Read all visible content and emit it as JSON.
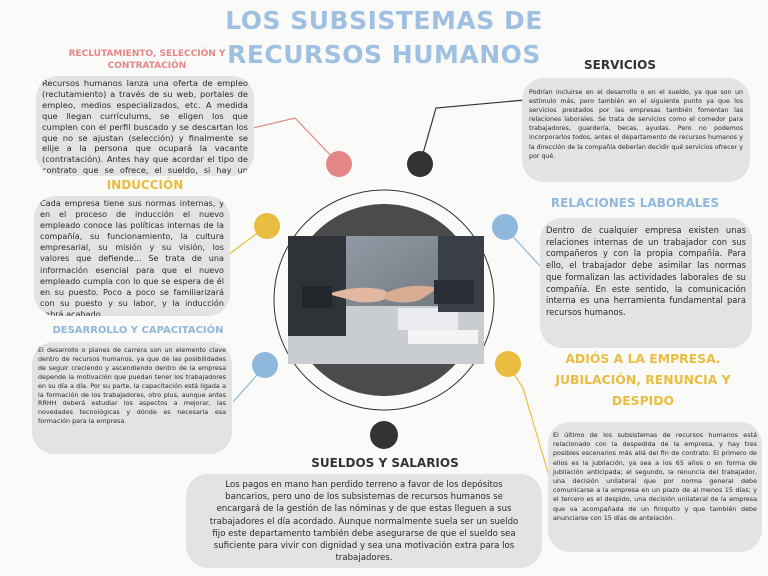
{
  "title_line1": "LOS SUBSISTEMAS DE",
  "title_line2": "RECURSOS HUMANOS",
  "sections": {
    "reclutamiento": {
      "heading_line1": "RECLUTAMIENTO, SELECCIÓN Y",
      "heading_line2": "CONTRATACIÓN",
      "text": "Recursos humanos lanza una oferta de empleo (reclutamiento) a través de su web, portales de empleo, medios especializados, etc. A medida que llegan currículums, se eligen los que cumplen con el perfil buscado y se descartan los que no se ajustan (selección) y finalmente se elije a la persona que ocupará la vacante (contratación). Antes hay que acordar el tipo de contrato que se ofrece, el sueldo, si hay un periodo de prueba, etc."
    },
    "induccion": {
      "heading": "INDUCCIÓN",
      "text": "Cada empresa tiene sus normas internas, y en el proceso de inducción el nuevo empleado conoce las políticas internas de la compañía, su funcionamiento, la cultura empresarial, su misión y su visión, los valores que defiende... Se trata de una información esencial para que el nuevo empleado cumpla con lo que se espera de él en su puesto. Poco a poco se familiarizará con su puesto y su labor, y la inducción habrá acabado."
    },
    "desarrollo": {
      "heading": "DESARROLLO Y CAPACITACIÓN",
      "text": "El desarrollo o planes de carrera son un elemento clave dentro de recursos humanos, ya que de las posibilidades de seguir creciendo y ascendiendo dentro de la empresa depende la motivación que puedan tener los trabajadores en su día a día. Por su parte, la capacitación está ligada a la formación de los trabajadores, otro plus, aunque antes RRHH deberá estudiar los aspectos a mejorar, las novedades tecnológicas y dónde es necesaria esa formación para la empresa."
    },
    "servicios": {
      "heading": "SERVICIOS",
      "text": "Podrían incluirse en el desarrollo o en el sueldo, ya que son un estímulo más, pero también en el siguiente punto ya que los servicios prestados por las empresas también fomentan las relaciones laborales. Se trata de servicios como el comedor para trabajadores, guardería, becas, ayudas. Pero no podemos incorporarlos todos, antes el departamento de recursos humanos y la dirección de la compañía deberían decidir qué servicios ofrecer y por qué."
    },
    "relaciones": {
      "heading": "RELACIONES LABORALES",
      "text": "Dentro de cualquier empresa existen unas relaciones internas de un trabajador con sus compañeros y con la propia compañía. Para ello, el trabajador debe asimilar las normas que formalizan las actividades laborales de su compañía. En este sentido, la comunicación interna es una herramienta fundamental para recursos humanos."
    },
    "adios": {
      "heading_line1": "ADIÓS A LA EMPRESA.",
      "heading_line2": "JUBILACIÓN, RENUNCIA Y",
      "heading_line3": "DESPIDO",
      "text": "El último de los subsistemas de recursos humanos está relacionado con la despedida de la empresa, y hay tres posibles escenarios más allá del fin de contrato. El primero de ellos es la jubilación, ya sea a los 65 años o en forma de jubilación anticipada; el segundo, la renuncia del trabajador, una decisión unilateral que por norma general debe comunicarse a la empresa en un plazo de al menos 15 días; y el tercero es el despido, una decisión unilateral de la empresa que va acompañada de un finiquito y que también debe anunciarse con 15 días de antelación."
    },
    "sueldos": {
      "heading": "SUELDOS Y SALARIOS",
      "text": "Los pagos en mano han perdido terreno a favor de los depósitos bancarios, pero uno de los subsistemas de recursos humanos se encargará de la gestión de las nóminas y de que estas lleguen a sus trabajadores el día acordado. Aunque normalmente suela ser un sueldo fijo este departamento también debe asegurarse de que el sueldo sea suficiente para vivir con dignidad y sea una motivación extra para los trabajadores."
    }
  },
  "colors": {
    "title": "#9fc0e0",
    "pink": "#e48686",
    "yellow": "#e9bd3f",
    "blue": "#8fb8dc",
    "dark": "#333333",
    "circle": "#4b4b4b",
    "box": "#e3e3e3"
  },
  "photo_icon": "handshake-photo"
}
